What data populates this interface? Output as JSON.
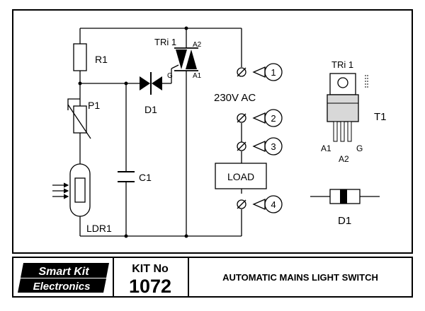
{
  "schematic": {
    "components": {
      "r1": "R1",
      "p1": "P1",
      "ldr": "LDR1",
      "c1": "C1",
      "d1": "D1",
      "triac": "TRi 1",
      "triac_a2": "A2",
      "triac_a1": "A1",
      "triac_g": "G",
      "load": "LOAD"
    },
    "terminals": [
      "1",
      "2",
      "3",
      "4"
    ],
    "supply_label": "230V AC"
  },
  "package_views": {
    "triac_title": "TRi 1",
    "triac_ref": "T1",
    "pin_a1": "A1",
    "pin_a2": "A2",
    "pin_g": "G",
    "diode_label": "D1"
  },
  "footer": {
    "brand_line1": "Smart Kit",
    "brand_line2": "Electronics",
    "kit_no_label": "KIT No",
    "kit_no_value": "1072",
    "title": "AUTOMATIC MAINS LIGHT SWITCH"
  }
}
